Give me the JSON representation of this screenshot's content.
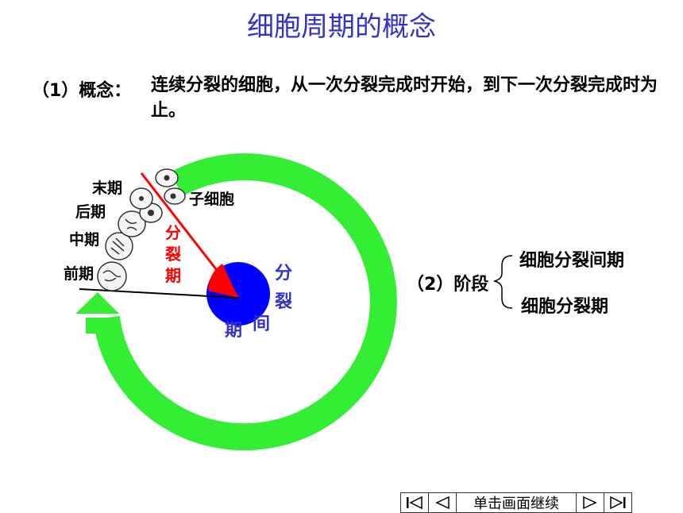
{
  "title": "细胞周期的概念",
  "concept": {
    "label": "（1）概念：",
    "text": "连续分裂的细胞，从一次分裂完成时开始，到下一次分裂完成时为止。"
  },
  "diagram": {
    "stages": {
      "telophase": "末期",
      "anaphase": "后期",
      "metaphase": "中期",
      "prophase": "前期",
      "daughter_cells": "子细胞"
    },
    "division_phase_label": [
      "分",
      "裂",
      "期"
    ],
    "interphase_label": {
      "part1": "分",
      "part2": "裂",
      "part3": "间",
      "part4": "期"
    },
    "colors": {
      "arrow": "#33ee33",
      "interphase": "#0000ff",
      "division": "#ff0000"
    }
  },
  "phases": {
    "label": "（2）阶段",
    "items": [
      "细胞分裂间期",
      "细胞分裂期"
    ]
  },
  "nav": {
    "first_icon": "first-icon",
    "prev_icon": "prev-icon",
    "continue_label": "单击画面继续",
    "next_icon": "next-icon",
    "last_icon": "last-icon"
  }
}
